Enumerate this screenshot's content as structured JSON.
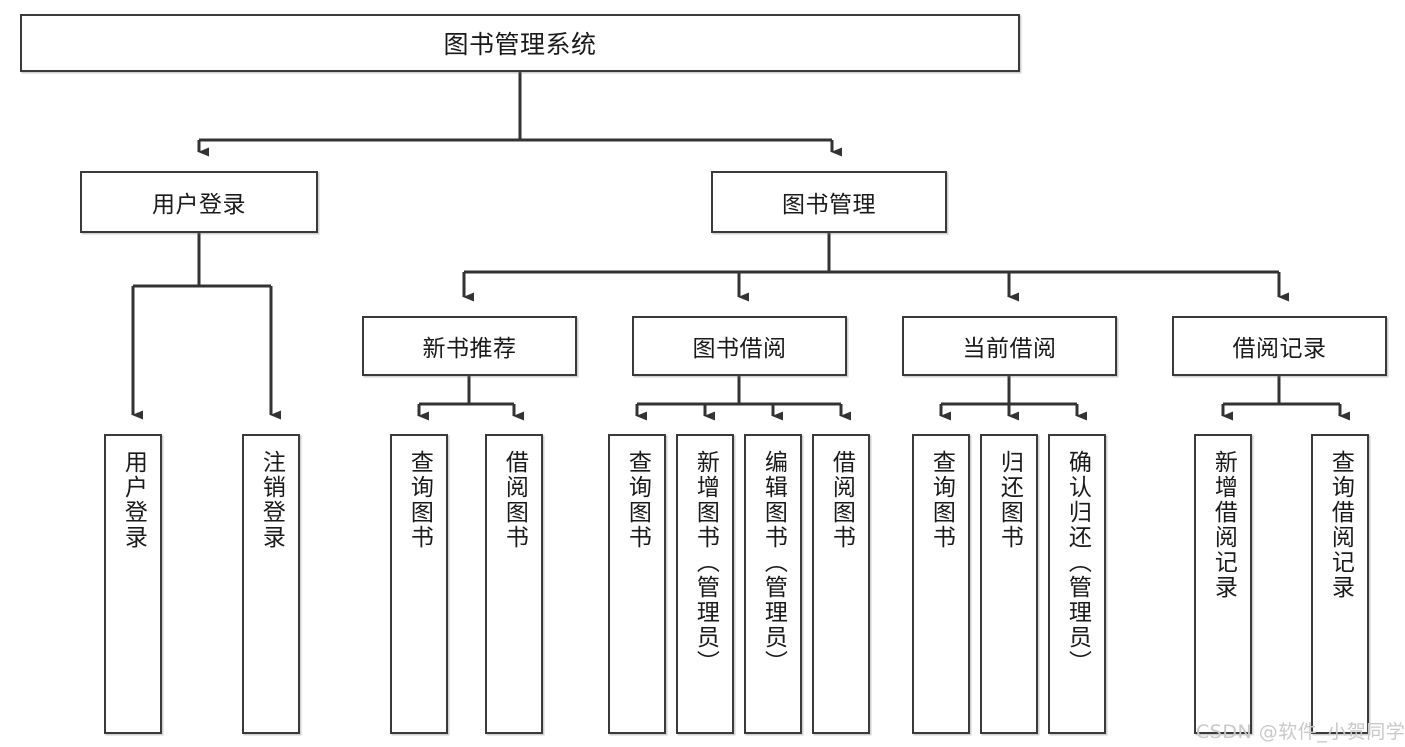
{
  "diagram": {
    "title": "图书管理系统",
    "type": "hierarchy-tree",
    "orientation": "top-down",
    "colors": {
      "box_border": "#3a3a3a",
      "box_fill": "#ffffff",
      "connector": "#333333",
      "text": "#1a1a1a",
      "watermark": "#c9c9c9",
      "background": "#ffffff"
    }
  },
  "nodes": {
    "root": {
      "label": "图书管理系统"
    },
    "level1": [
      {
        "id": "user-login",
        "label": "用户登录"
      },
      {
        "id": "book-management",
        "label": "图书管理"
      }
    ],
    "level2": [
      {
        "id": "new-book-recommend",
        "label": "新书推荐",
        "parent": "book-management"
      },
      {
        "id": "book-borrow",
        "label": "图书借阅",
        "parent": "book-management"
      },
      {
        "id": "current-borrow",
        "label": "当前借阅",
        "parent": "book-management"
      },
      {
        "id": "borrow-record",
        "label": "借阅记录",
        "parent": "book-management"
      }
    ],
    "leaves": [
      {
        "id": "leaf-user-login",
        "label": "用户登录",
        "parent": "user-login"
      },
      {
        "id": "leaf-logout",
        "label": "注销登录",
        "parent": "user-login"
      },
      {
        "id": "leaf-query-book-1",
        "label": "查询图书",
        "parent": "new-book-recommend"
      },
      {
        "id": "leaf-borrow-book-1",
        "label": "借阅图书",
        "parent": "new-book-recommend"
      },
      {
        "id": "leaf-query-book-2",
        "label": "查询图书",
        "parent": "book-borrow"
      },
      {
        "id": "leaf-add-book",
        "label": "新增图书（管理员）",
        "parent": "book-borrow"
      },
      {
        "id": "leaf-edit-book",
        "label": "编辑图书（管理员）",
        "parent": "book-borrow"
      },
      {
        "id": "leaf-borrow-book-2",
        "label": "借阅图书",
        "parent": "book-borrow"
      },
      {
        "id": "leaf-query-book-3",
        "label": "查询图书",
        "parent": "current-borrow"
      },
      {
        "id": "leaf-return-book",
        "label": "归还图书",
        "parent": "current-borrow"
      },
      {
        "id": "leaf-confirm-return",
        "label": "确认归还（管理员）",
        "parent": "current-borrow"
      },
      {
        "id": "leaf-add-record",
        "label": "新增借阅记录",
        "parent": "borrow-record"
      },
      {
        "id": "leaf-query-record",
        "label": "查询借阅记录",
        "parent": "borrow-record"
      }
    ]
  },
  "watermark": {
    "text": "CSDN @软件_小贺同学"
  }
}
